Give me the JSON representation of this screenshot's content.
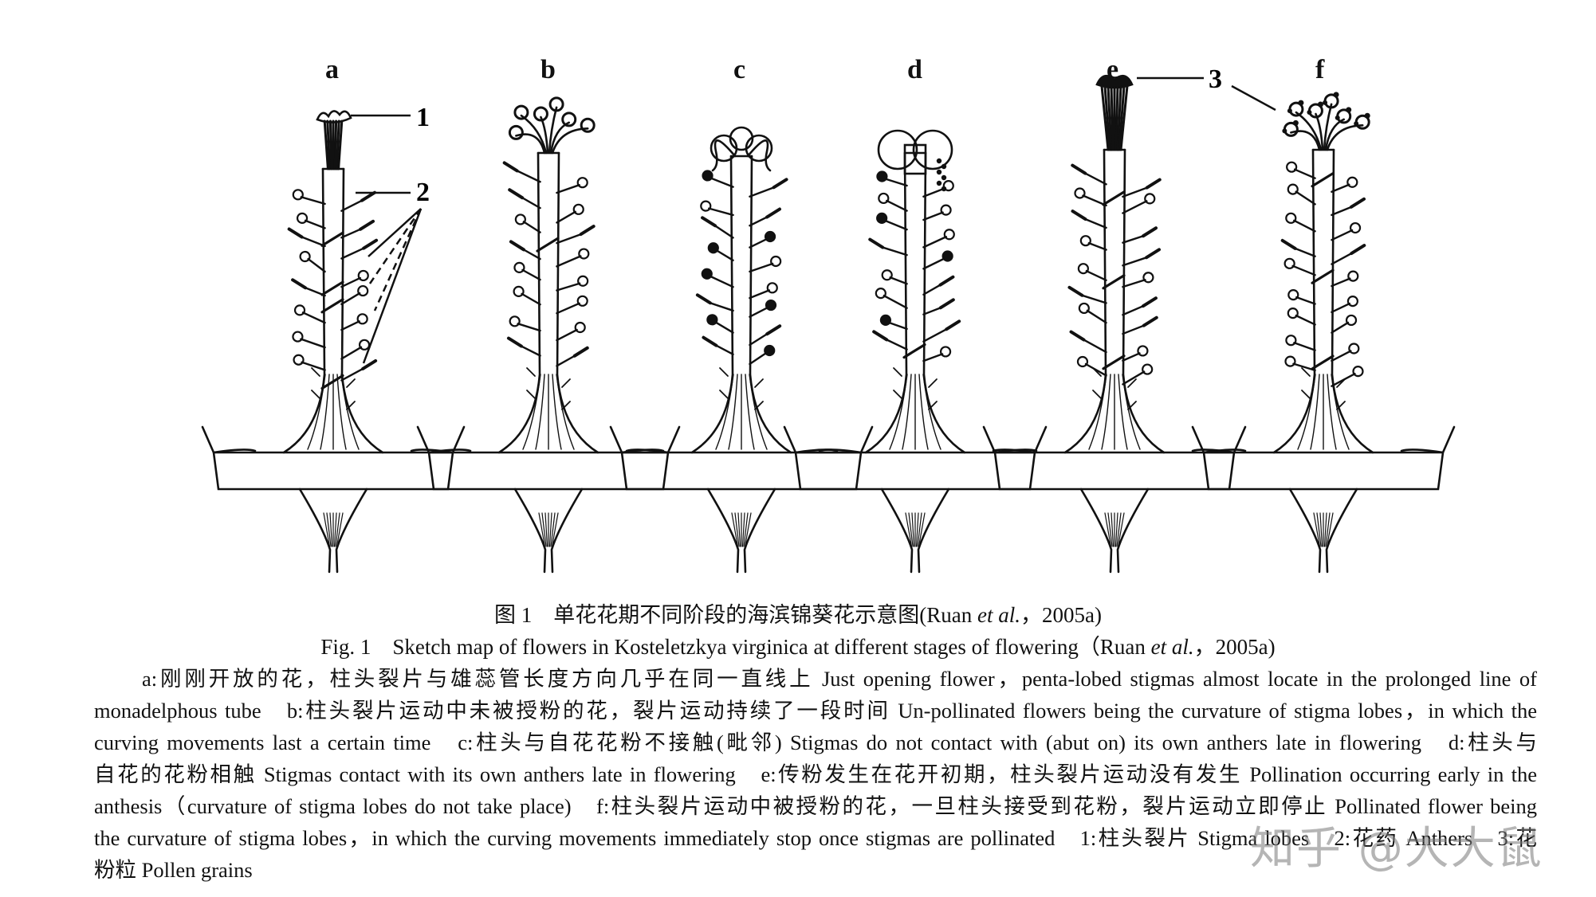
{
  "figure": {
    "panels": [
      {
        "letter": "a",
        "stage": "open"
      },
      {
        "letter": "b",
        "stage": "curving"
      },
      {
        "letter": "c",
        "stage": "abut"
      },
      {
        "letter": "d",
        "stage": "contact"
      },
      {
        "letter": "e",
        "stage": "early"
      },
      {
        "letter": "f",
        "stage": "pollinated"
      }
    ],
    "callouts": [
      "1",
      "2",
      "3"
    ],
    "ink_color": "#111111"
  },
  "caption": {
    "zh_prefix": "图 1　单花花期不同阶段的海滨锦葵花示意图(Ruan ",
    "zh_etal": "et al.",
    "zh_suffix": "，2005a)",
    "en_prefix": "Fig. 1　Sketch map of flowers in Kosteletzkya virginica at different stages of flowering（Ruan ",
    "en_etal": "et al.",
    "en_suffix": "，2005a)"
  },
  "legend": {
    "lines": [
      "a:刚刚开放的花，柱头裂片与雄蕊管长度方向几乎在同一直线上 Just opening flower，penta-lobed stigmas almost locate in the prolonged line of",
      "monadelphous tube　b:柱头裂片运动中未被授粉的花，裂片运动持续了一段时间 Un-pollinated flowers being the curvature of stigma lobes，in which the",
      "curving movements last a certain time　c:柱头与自花花粉不接触(毗邻) Stigmas do not contact with (abut on) its own anthers late in flowering　d:柱头与",
      "自花的花粉相触 Stigmas contact with its own anthers late in flowering　e:传粉发生在花开初期，柱头裂片运动没有发生 Pollination occurring early in the",
      "anthesis（curvature of stigma lobes do not take place)　f:柱头裂片运动中被授粉的花，一旦柱头接受到花粉，裂片运动立即停止 Pollinated flower being",
      "the curvature of stigma lobes，in which the curving movements immediately stop once stigmas are pollinated　1:柱头裂片 Stigma lobes　2:花药 Anthers　3:花",
      "粉粒 Pollen grains"
    ]
  },
  "watermark": "知乎 @大大鼠"
}
